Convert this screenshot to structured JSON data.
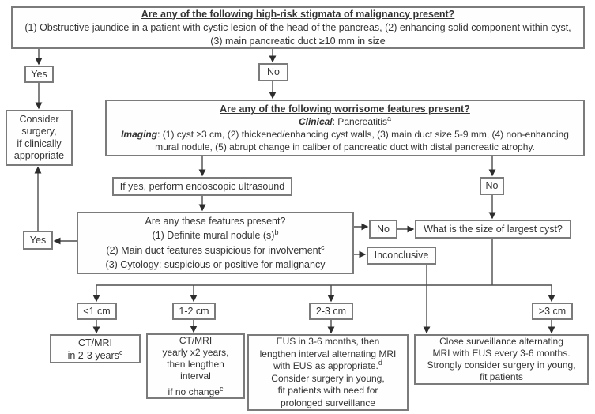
{
  "colors": {
    "page-bg": "#ffffff",
    "node-bg": "#fefefe",
    "border": "#7b7b7b",
    "line": "#4d4d4d",
    "arrow": "#2d2d2d",
    "text": "#333333"
  },
  "high_risk": {
    "title": "Are any of the following high-risk stigmata of malignancy present?",
    "line1": "(1) Obstructive jaundice in a patient with cystic lesion of the head of the pancreas, (2) enhancing solid component within cyst,",
    "line2": "(3) main pancreatic duct ≥10 mm in size"
  },
  "decision1": {
    "yes": "Yes",
    "no": "No"
  },
  "consider_surgery": {
    "l1": "Consider",
    "l2": "surgery,",
    "l3": "if clinically",
    "l4": "appropriate"
  },
  "worrisome": {
    "title": "Are any of the following worrisome features present?",
    "clinical_label": "Clinical",
    "clinical_text": ": Pancreatitis",
    "clinical_sup": "a",
    "imaging_label": "Imaging",
    "imaging_text1": ": (1) cyst ≥3 cm, (2) thickened/enhancing cyst walls, (3) main duct size 5-9 mm, (4) non-enhancing",
    "imaging_text2": "mural nodule, (5) abrupt change in caliber of pancreatic duct with distal pancreatic atrophy."
  },
  "eus_step": {
    "label": "If yes, perform endoscopic ultrasound"
  },
  "worrisome_no": "No",
  "eus_question": {
    "title": "Are any these features present?",
    "item1": "(1) Definite mural nodule (s)",
    "item1_sup": "b",
    "item2": "(2) Main duct features suspicious for involvement",
    "item2_sup": "c",
    "item3": "(3) Cytology: suspicious or positive for malignancy"
  },
  "eus_yes": "Yes",
  "eus_no": "No",
  "eus_inconclusive": "Inconclusive",
  "size_question": "What is the size of largest cyst?",
  "sizes": {
    "s1": "<1 cm",
    "s2": "1-2 cm",
    "s3": "2-3 cm",
    "s4": ">3 cm"
  },
  "outcomes": {
    "lt1": {
      "l1": "CT/MRI",
      "l2": "in 2-3 years",
      "sup": "c"
    },
    "b12": {
      "l1": "CT/MRI",
      "l2": "yearly x2 years,",
      "l3": "then lengthen",
      "l4": "interval",
      "l5": "if no change",
      "sup": "c"
    },
    "b23": {
      "l1": "EUS in 3-6 months, then",
      "l2": "lengthen interval alternating MRI",
      "l3": "with EUS as appropriate.",
      "sup": "d",
      "l4": "Consider surgery in young,",
      "l5": "fit patients with need for",
      "l6": "prolonged surveillance"
    },
    "gt3": {
      "l1": "Close surveillance alternating",
      "l2": "MRI with EUS every 3-6 months.",
      "l3": "Strongly consider surgery in young,",
      "l4": "fit patients"
    }
  }
}
